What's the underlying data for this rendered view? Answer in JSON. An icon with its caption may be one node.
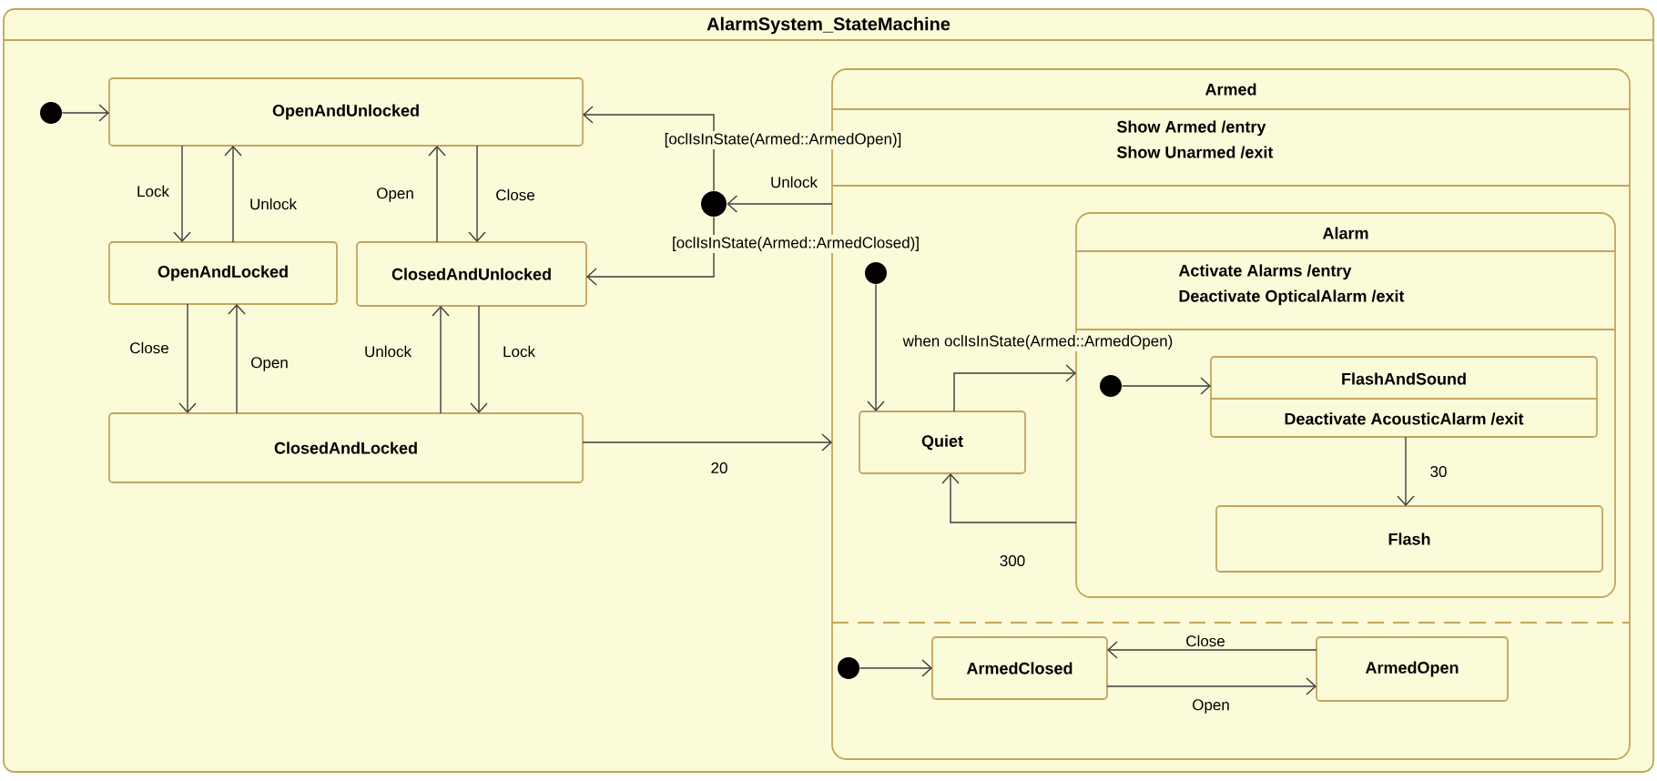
{
  "diagram": {
    "title": "AlarmSystem_StateMachine",
    "nodes": [
      {
        "text": [],
        "shape": "circle"
      },
      {
        "text": [
          "OpenAndUnlocked"
        ]
      },
      {
        "text": [
          "OpenAndLocked"
        ]
      },
      {
        "text": [
          "ClosedAndUnlocked"
        ]
      },
      {
        "text": [
          "ClosedAndLocked"
        ]
      },
      {
        "text": [],
        "shape": "circle"
      },
      {
        "text": [
          "Armed",
          "Show Armed /entry Show Unarmed /exit"
        ]
      },
      {
        "text": [],
        "shape": "circle",
        "in": 6
      },
      {
        "text": [
          "Quiet"
        ],
        "in": 6
      },
      {
        "text": [
          "Alarm",
          "Activate Alarms /entry Deactivate OpticalAlarm /exit"
        ],
        "in": 6
      },
      {
        "text": [],
        "shape": "circle",
        "in": 9
      },
      {
        "text": [
          "FlashAndSound",
          "Deactivate AcousticAlarm /exit"
        ],
        "in": 9
      },
      {
        "text": [
          "Flash"
        ],
        "in": 9
      },
      {
        "text": [],
        "shape": "circle",
        "in": 6
      },
      {
        "text": [
          "ArmedClosed"
        ],
        "in": 6
      },
      {
        "text": [
          "ArmedOpen"
        ],
        "in": 6
      }
    ],
    "edges": [
      {
        "from": 0,
        "to": 1,
        "arrow": "to"
      },
      {
        "from": 1,
        "to": 2,
        "arrow": "to",
        "label": "Lock"
      },
      {
        "from": 2,
        "to": 1,
        "arrow": "to",
        "label": "Unlock"
      },
      {
        "from": 3,
        "to": 1,
        "arrow": "to",
        "label": "Open"
      },
      {
        "from": 1,
        "to": 3,
        "arrow": "to",
        "label": "Close"
      },
      {
        "from": 2,
        "to": 4,
        "arrow": "to",
        "label": "Close"
      },
      {
        "from": 4,
        "to": 2,
        "arrow": "to",
        "label": "Open"
      },
      {
        "from": 4,
        "to": 3,
        "arrow": "to",
        "label": "Unlock"
      },
      {
        "from": 3,
        "to": 4,
        "arrow": "to",
        "label": "Lock"
      },
      {
        "from": 5,
        "to": 1,
        "arrow": "to",
        "label": "[oclIsInState(Armed::ArmedOpen)]"
      },
      {
        "from": 5,
        "to": 3,
        "arrow": "to",
        "label": "[oclIsInState(Armed::ArmedClosed)]"
      },
      {
        "from": 6,
        "to": 5,
        "arrow": "to",
        "label": "Unlock"
      },
      {
        "from": 4,
        "to": 6,
        "arrow": "to",
        "label": "20"
      },
      {
        "from": 7,
        "to": 8,
        "arrow": "to",
        "label": "when oclIsInState(Armed::ArmedOpen)"
      },
      {
        "from": 8,
        "to": 9,
        "arrow": "to"
      },
      {
        "from": 9,
        "to": 8,
        "arrow": "to",
        "label": "300"
      },
      {
        "from": 10,
        "to": 11,
        "arrow": "to"
      },
      {
        "from": 11,
        "to": 12,
        "arrow": "to",
        "label": "30"
      },
      {
        "from": 13,
        "to": 14,
        "arrow": "to"
      },
      {
        "from": 15,
        "to": 14,
        "arrow": "to",
        "label": "Close"
      },
      {
        "from": 14,
        "to": 15,
        "arrow": "to",
        "label": "Open"
      }
    ]
  }
}
